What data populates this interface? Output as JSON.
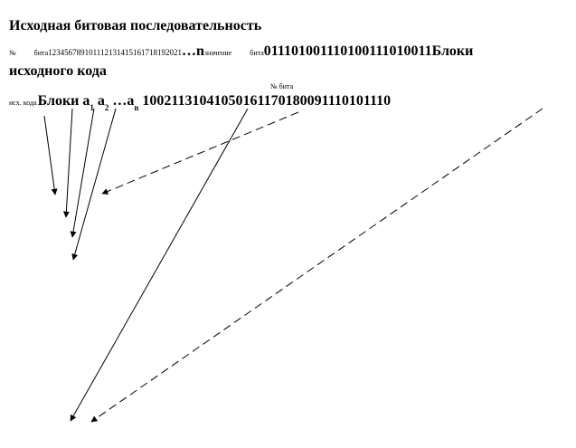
{
  "heading": "Исходная битовая последовательность",
  "row1": {
    "no_sign": "№",
    "bit_label": "бита",
    "bit_numbers": "123456789101112131415161718192021",
    "dots": "…",
    "n": "n",
    "value_label": "значение",
    "bit_label2": "бита",
    "bits": "011101001110100111010011",
    "blocks_word": "Блоки"
  },
  "row2": {
    "text": "исходного кода"
  },
  "row3": {
    "bit_no_label": "№ бита",
    "abbr": "исх. кода",
    "blocks_word": "Блоки",
    "a1": "a",
    "sub1": "1",
    "a2": "a",
    "sub2": "2",
    "dots": "…",
    "an": "a",
    "subn": "n",
    "values": "10021131041050161170180091110101110"
  }
}
